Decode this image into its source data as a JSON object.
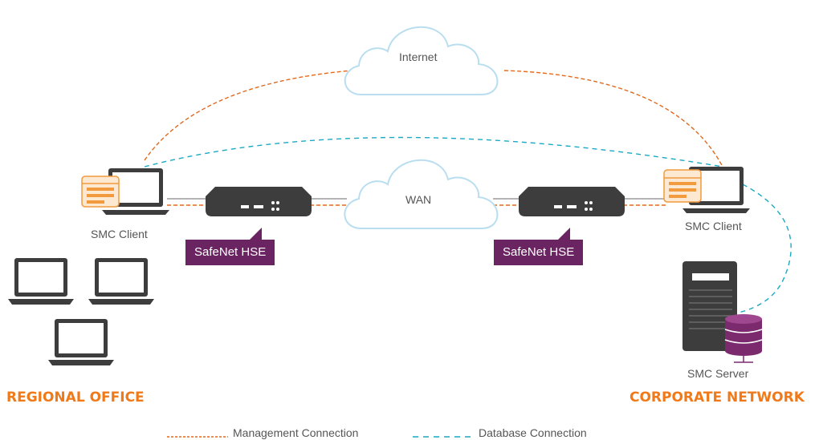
{
  "clouds": {
    "internet": "Internet",
    "wan": "WAN"
  },
  "labels": {
    "smc_client_left": "SMC Client",
    "smc_client_right": "SMC Client",
    "smc_server": "SMC Server",
    "hse_left": "SafeNet HSE",
    "hse_right": "SafeNet HSE"
  },
  "regions": {
    "left": "REGIONAL OFFICE",
    "right": "CORPORATE NETWORK"
  },
  "legend": {
    "management": "Management Connection",
    "database": "Database Connection"
  },
  "colors": {
    "management_line": "#e0691f",
    "database_line": "#1aa9c4",
    "region_text": "#f07a1a",
    "hse_tag": "#6b2462",
    "device": "#3d3d3d",
    "cloud_stroke": "#b9def0",
    "database_icon": "#7b2a6e"
  }
}
